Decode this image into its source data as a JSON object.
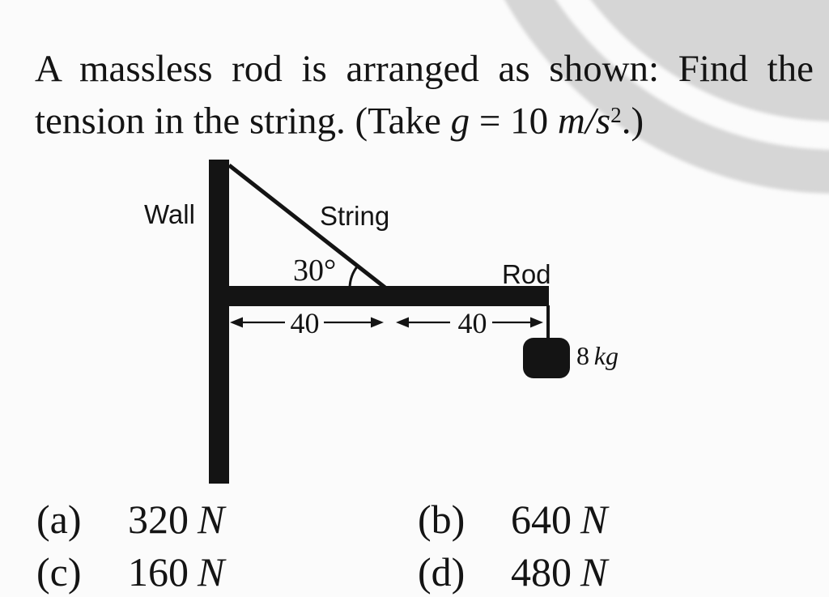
{
  "question": {
    "line1": "A massless rod is arranged as shown: Find the",
    "line2_prefix": "tension in the string. (Take ",
    "line2_g": "g",
    "line2_mid": " = 10 ",
    "line2_unit": "m/s",
    "line2_sup": "2",
    "line2_suffix": ".)"
  },
  "diagram": {
    "wall_label": "Wall",
    "string_label": "String",
    "rod_label": "Rod",
    "angle_label": "30°",
    "left_span_label": "40",
    "right_span_label": "40",
    "mass_value": "8",
    "mass_unit": "kg"
  },
  "options": [
    {
      "id": "(a)",
      "value": "320",
      "unit": "N"
    },
    {
      "id": "(b)",
      "value": "640",
      "unit": "N"
    },
    {
      "id": "(c)",
      "value": "160",
      "unit": "N"
    },
    {
      "id": "(d)",
      "value": "480",
      "unit": "N"
    }
  ],
  "colors": {
    "ink": "#141414",
    "watermark": "#d6d6d6",
    "background": "#fbfbfb"
  }
}
